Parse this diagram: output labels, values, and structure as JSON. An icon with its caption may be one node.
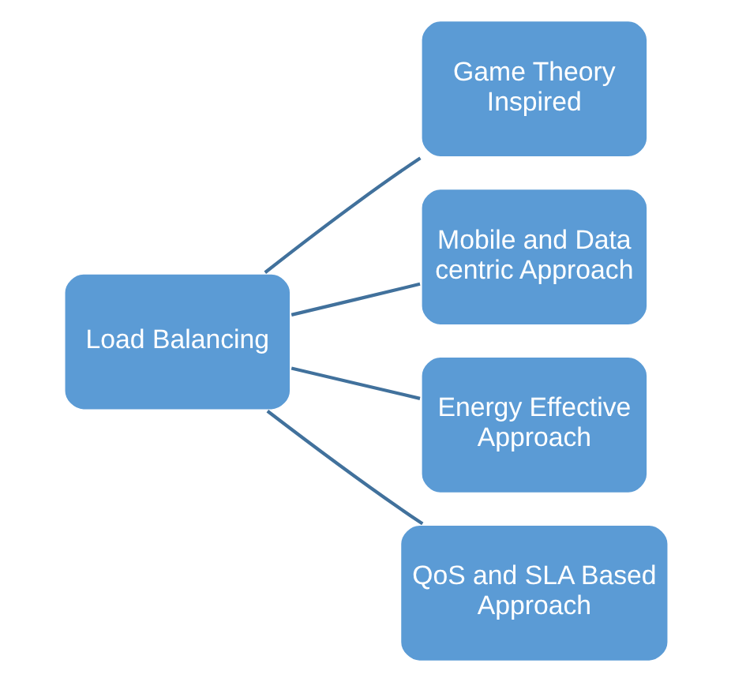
{
  "diagram": {
    "nodes": [
      {
        "text": [
          "Load Balancing"
        ]
      },
      {
        "text": [
          "Game Theory Inspired"
        ]
      },
      {
        "text": [
          "Mobile and Data centric Approach"
        ]
      },
      {
        "text": [
          "Energy Effective Approach"
        ]
      },
      {
        "text": [
          "QoS and SLA Based Approach"
        ]
      }
    ],
    "edges": [
      {
        "from": 0,
        "to": 1,
        "arrow": "none"
      },
      {
        "from": 0,
        "to": 2,
        "arrow": "none"
      },
      {
        "from": 0,
        "to": 3,
        "arrow": "none"
      },
      {
        "from": 0,
        "to": 4,
        "arrow": "none"
      }
    ]
  }
}
